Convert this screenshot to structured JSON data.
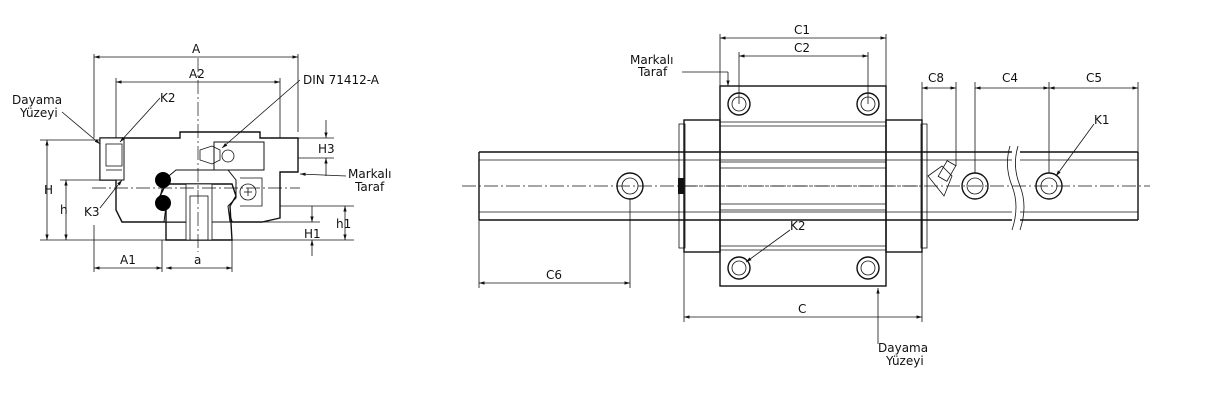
{
  "colors": {
    "line": "#111111",
    "hatch": "#333333",
    "background": "#ffffff",
    "ball": "#000000"
  },
  "section_view": {
    "dim_A": "A",
    "dim_A2": "A2",
    "dim_A1": "A1",
    "dim_a": "a",
    "dim_H": "H",
    "dim_h": "h",
    "dim_H1": "H1",
    "dim_H3": "H3",
    "dim_h1": "h1",
    "label_K2": "K2",
    "label_K3": "K3",
    "standard_label": "DIN 71412-A",
    "reference_surface_line1": "Dayama",
    "reference_surface_line2": "Yüzeyi",
    "marked_side_line1": "Markalı",
    "marked_side_line2": "Taraf"
  },
  "plan_view": {
    "dim_C1": "C1",
    "dim_C2": "C2",
    "dim_C": "C",
    "dim_C4": "C4",
    "dim_C5": "C5",
    "dim_C6": "C6",
    "dim_C8": "C8",
    "label_K1": "K1",
    "label_K2": "K2",
    "marked_side_line1": "Markalı",
    "marked_side_line2": "Taraf",
    "reference_surface_line1": "Dayama",
    "reference_surface_line2": "Yüzeyi"
  }
}
